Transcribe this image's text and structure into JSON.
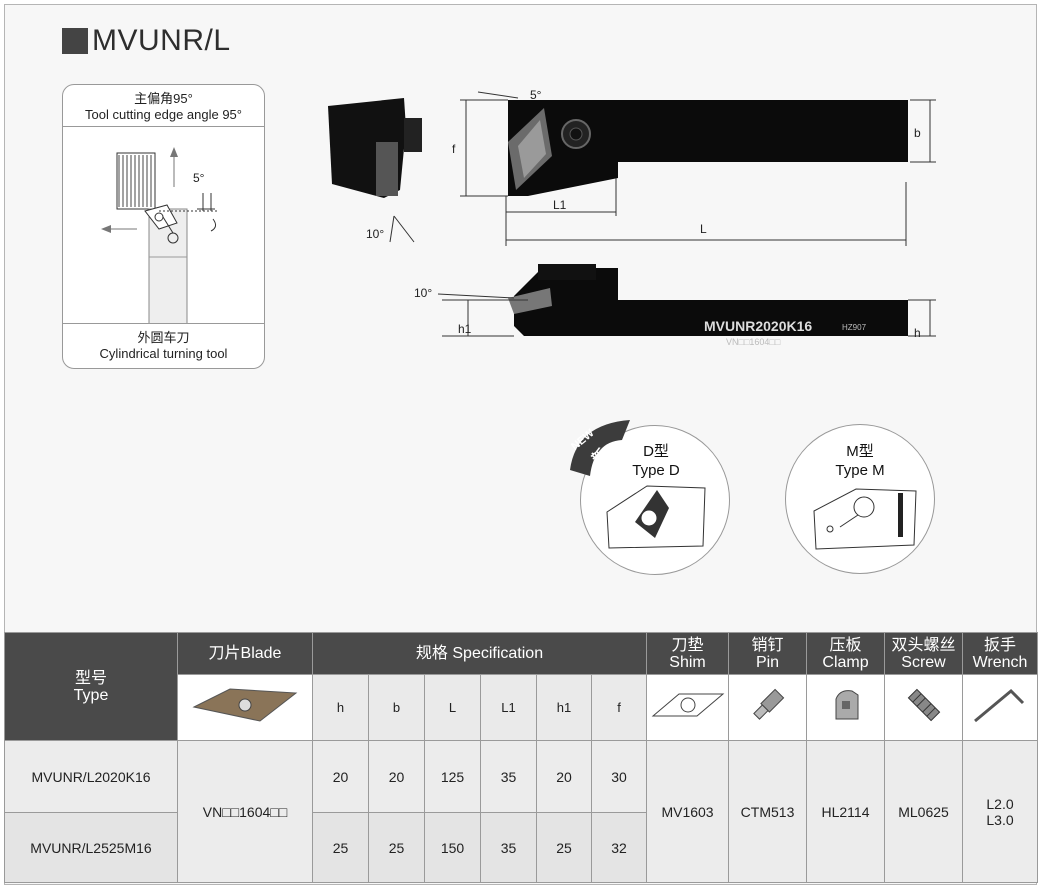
{
  "title": "MVUNR/L",
  "info_box": {
    "header_cn": "主偏角95°",
    "header_en": "Tool cutting edge angle 95°",
    "angle_label": "5°",
    "footer_cn": "外圆车刀",
    "footer_en": "Cylindrical turning tool"
  },
  "drawing": {
    "angle_top": "5°",
    "angle_left": "10°",
    "angle_side": "10°",
    "dim_f": "f",
    "dim_b": "b",
    "dim_L1": "L1",
    "dim_L": "L",
    "dim_h1": "h1",
    "dim_h": "h",
    "engraving_model": "MVUNR2020K16",
    "engraving_code": "HZ907",
    "engraving_insert": "VN□□1604□□"
  },
  "types": {
    "new_badge": "NEW",
    "new_badge_cn": "新",
    "d_cn": "D型",
    "d_en": "Type D",
    "m_cn": "M型",
    "m_en": "Type M"
  },
  "table": {
    "type_cn": "型号",
    "type_en": "Type",
    "blade": "刀片Blade",
    "spec": "规格 Specification",
    "shim_cn": "刀垫",
    "shim_en": "Shim",
    "pin_cn": "销钉",
    "pin_en": "Pin",
    "clamp_cn": "压板",
    "clamp_en": "Clamp",
    "screw_cn": "双头螺丝",
    "screw_en": "Screw",
    "wrench_cn": "扳手",
    "wrench_en": "Wrench",
    "spec_cols": [
      "h",
      "b",
      "L",
      "L1",
      "h1",
      "f"
    ],
    "rows": [
      {
        "model": "MVUNR/L2020K16",
        "specs": [
          "20",
          "20",
          "125",
          "35",
          "20",
          "30"
        ]
      },
      {
        "model": "MVUNR/L2525M16",
        "specs": [
          "25",
          "25",
          "150",
          "35",
          "25",
          "32"
        ]
      }
    ],
    "blade_value": "VN□□1604□□",
    "shim_value": "MV1603",
    "pin_value": "CTM513",
    "clamp_value": "HL2114",
    "screw_value": "ML0625",
    "wrench_value_1": "L2.0",
    "wrench_value_2": "L3.0"
  }
}
